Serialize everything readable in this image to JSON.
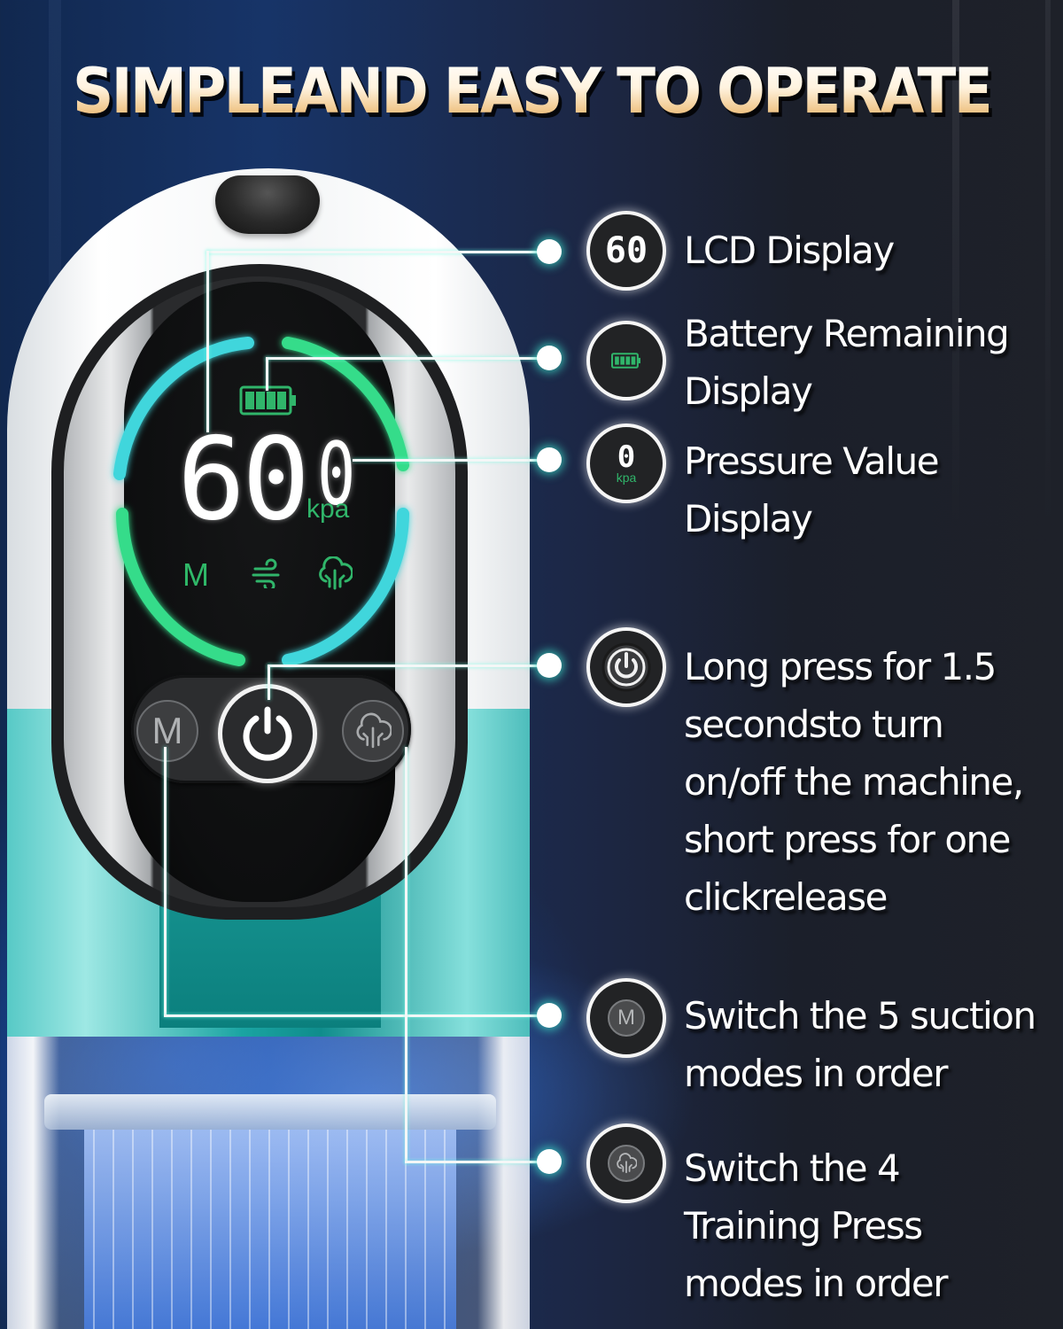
{
  "headline": "SIMPLEAND EASY TO OPERATE",
  "colors": {
    "lcd_green": "#30b56a",
    "ring_cyan": "#3fd6dc",
    "ring_green": "#34dc8a",
    "device_teal": "#1aa4a2",
    "headline_gold": "#e0a964"
  },
  "device": {
    "lcd": {
      "battery_icon": "battery-full-icon",
      "pressure_digits": "60",
      "pressure_small_digit": "0",
      "unit": "kpa",
      "mode_letter": "M",
      "mode_icons": [
        "wind-icon",
        "tree-icon"
      ]
    },
    "buttons": {
      "mode": "M",
      "power_icon": "power-icon",
      "training_icon": "tree-icon"
    }
  },
  "features": [
    {
      "icon": "lcd-digits-icon",
      "icon_text": "60",
      "text": "LCD Display"
    },
    {
      "icon": "battery-icon",
      "text": "Battery Remaining\nDisplay"
    },
    {
      "icon": "pressure-icon",
      "icon_text": "0",
      "icon_unit": "kpa",
      "text": "Pressure Value\nDisplay"
    },
    {
      "icon": "power-icon",
      "text": "Long press for 1.5\nsecondsto turn\non/off the machine,\nshort press for one\nclickrelease"
    },
    {
      "icon": "mode-m-button-icon",
      "icon_text": "M",
      "text": "Switch the 5 suction\nmodes in order"
    },
    {
      "icon": "training-button-icon",
      "text": "Switch the 4\nTraining Press\nmodes in order"
    }
  ]
}
